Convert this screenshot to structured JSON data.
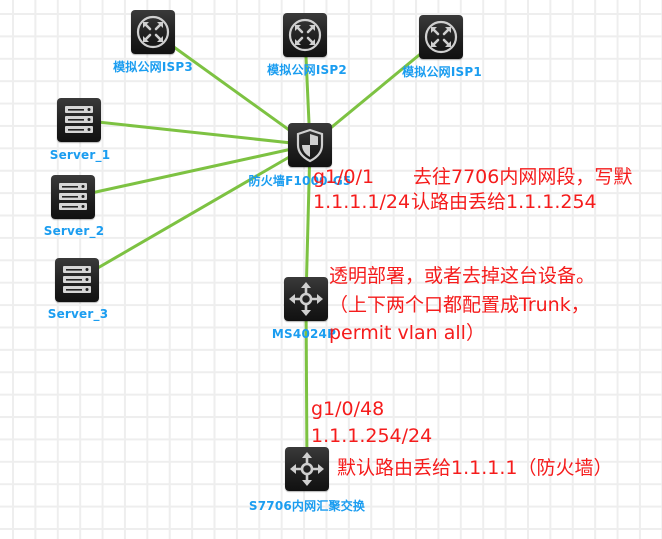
{
  "colors": {
    "link": "#7dc242",
    "label": "#1b9df0",
    "note": "#f51c1c",
    "icon_bg": "#1e1e1e"
  },
  "nodes": {
    "isp3": {
      "label": "模拟公网ISP3",
      "icon": "router-icon"
    },
    "isp2": {
      "label": "模拟公网ISP2",
      "icon": "router-icon"
    },
    "isp1": {
      "label": "模拟公网ISP1",
      "icon": "router-icon"
    },
    "server1": {
      "label": "Server_1",
      "icon": "server-icon"
    },
    "server2": {
      "label": "Server_2",
      "icon": "server-icon"
    },
    "server3": {
      "label": "Server_3",
      "icon": "server-icon"
    },
    "firewall": {
      "label": "防火墙F1000-G5",
      "icon": "firewall-shield-icon"
    },
    "ms4024p": {
      "label": "MS4024P",
      "icon": "layer3-switch-icon"
    },
    "s7706": {
      "label": "S7706内网汇聚交换",
      "icon": "layer3-switch-icon"
    }
  },
  "links": [
    [
      "isp3",
      "firewall"
    ],
    [
      "isp2",
      "firewall"
    ],
    [
      "isp1",
      "firewall"
    ],
    [
      "server1",
      "firewall"
    ],
    [
      "server2",
      "firewall"
    ],
    [
      "server3",
      "firewall"
    ],
    [
      "firewall",
      "ms4024p"
    ],
    [
      "ms4024p",
      "s7706"
    ]
  ],
  "annotations": {
    "fw_port_line1": "g1/0/1",
    "fw_port_line2": "1.1.1.1/24",
    "fw_route_line1": "去往7706内网网段，写默",
    "fw_route_line2": "认路由丢给1.1.1.254",
    "ms_line1": "透明部署，或者去掉这台设备。",
    "ms_line2": "（上下两个口都配置成Trunk，",
    "ms_line3": "permit vlan all）",
    "core_port_line1": "g1/0/48",
    "core_port_line2": "1.1.1.254/24",
    "core_route": "默认路由丢给1.1.1.1（防火墙）"
  }
}
